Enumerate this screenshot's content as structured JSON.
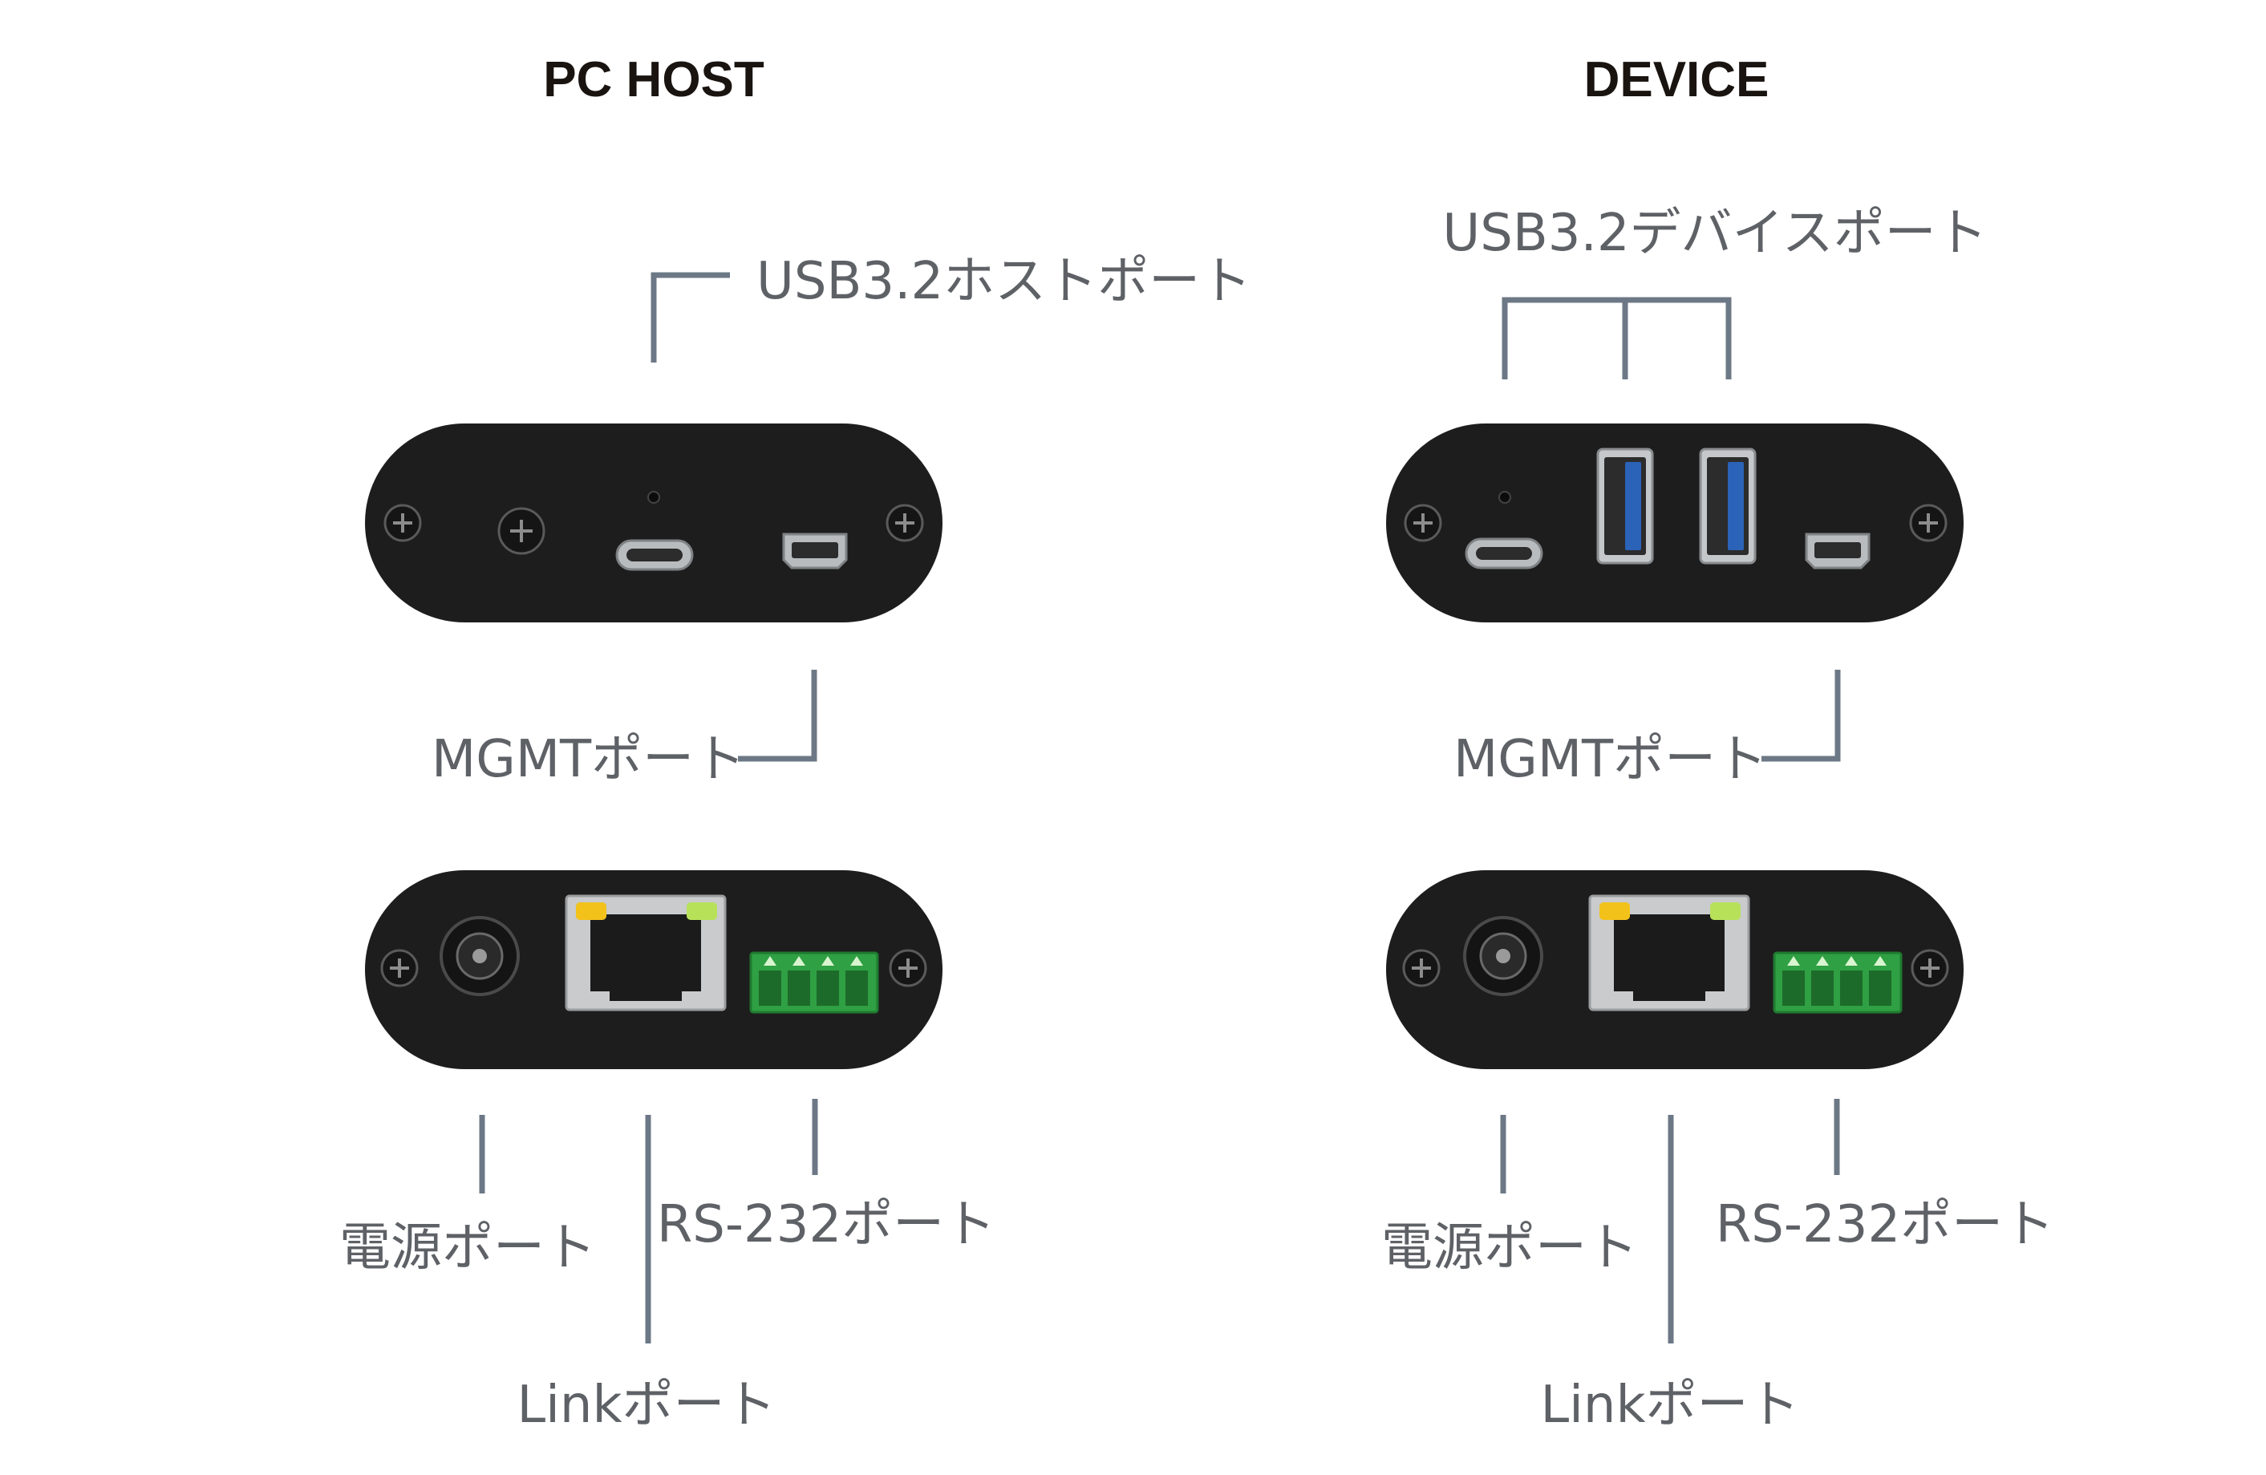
{
  "host": {
    "title": "PC HOST",
    "usb_label": "USB3.2ホストポート",
    "mgmt_label": "MGMTポート",
    "power_label": "電源ポート",
    "rs232_label": "RS-232ポート",
    "link_label": "Linkポート"
  },
  "device": {
    "title": "DEVICE",
    "usb_label": "USB3.2デバイスポート",
    "mgmt_label": "MGMTポート",
    "power_label": "電源ポート",
    "rs232_label": "RS-232ポート",
    "link_label": "Linkポート"
  },
  "colors": {
    "leader_line": "#6c7886",
    "label_text": "#5e6166",
    "panel": "#1d1d1d",
    "usb3_blue": "#2a63b8",
    "terminal_green": "#2fa043",
    "led_yellow": "#f2c21b",
    "led_green": "#b8e15a"
  },
  "icons": [
    "screw-icon",
    "usb-c-port-icon",
    "mini-usb-port-icon",
    "usb-a-port-icon",
    "rj45-port-icon",
    "dc-jack-icon",
    "terminal-block-icon"
  ]
}
